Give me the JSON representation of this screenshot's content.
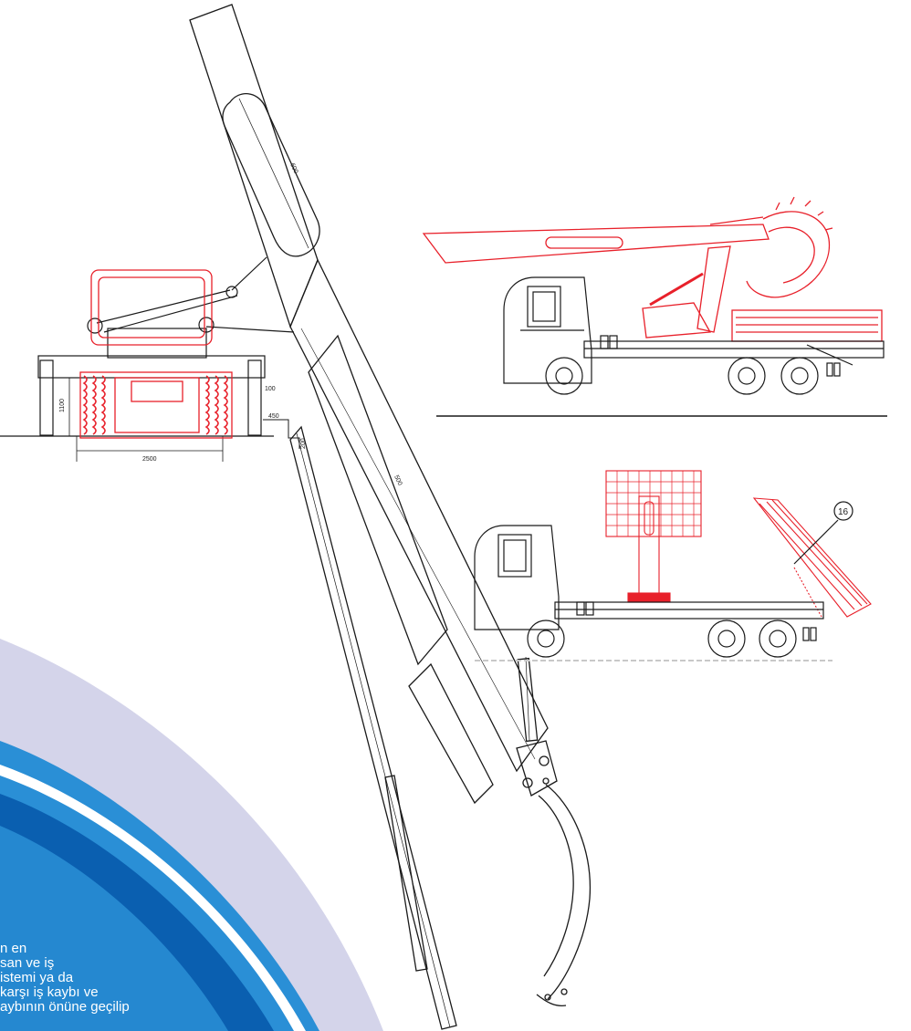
{
  "diagram": {
    "colors": {
      "line": "#1a1a1a",
      "highlight": "#e8202a",
      "wave_light": "#d4d4ea",
      "wave_mid": "#2a8fd6",
      "wave_dark": "#0a5fb0",
      "wave_white": "#ffffff",
      "text_on_wave": "#ffffff"
    },
    "dimension_labels": {
      "boom_upper": "600",
      "boom_lower": "500",
      "height": "1100",
      "side": "100",
      "width": "2500",
      "offset": "450",
      "step": "200"
    },
    "callout_number": "16",
    "text_lines": [
      "n en",
      "san ve iş",
      "istemi ya da",
      "karşı iş kaybı ve",
      "aybının önüne geçilip"
    ]
  }
}
